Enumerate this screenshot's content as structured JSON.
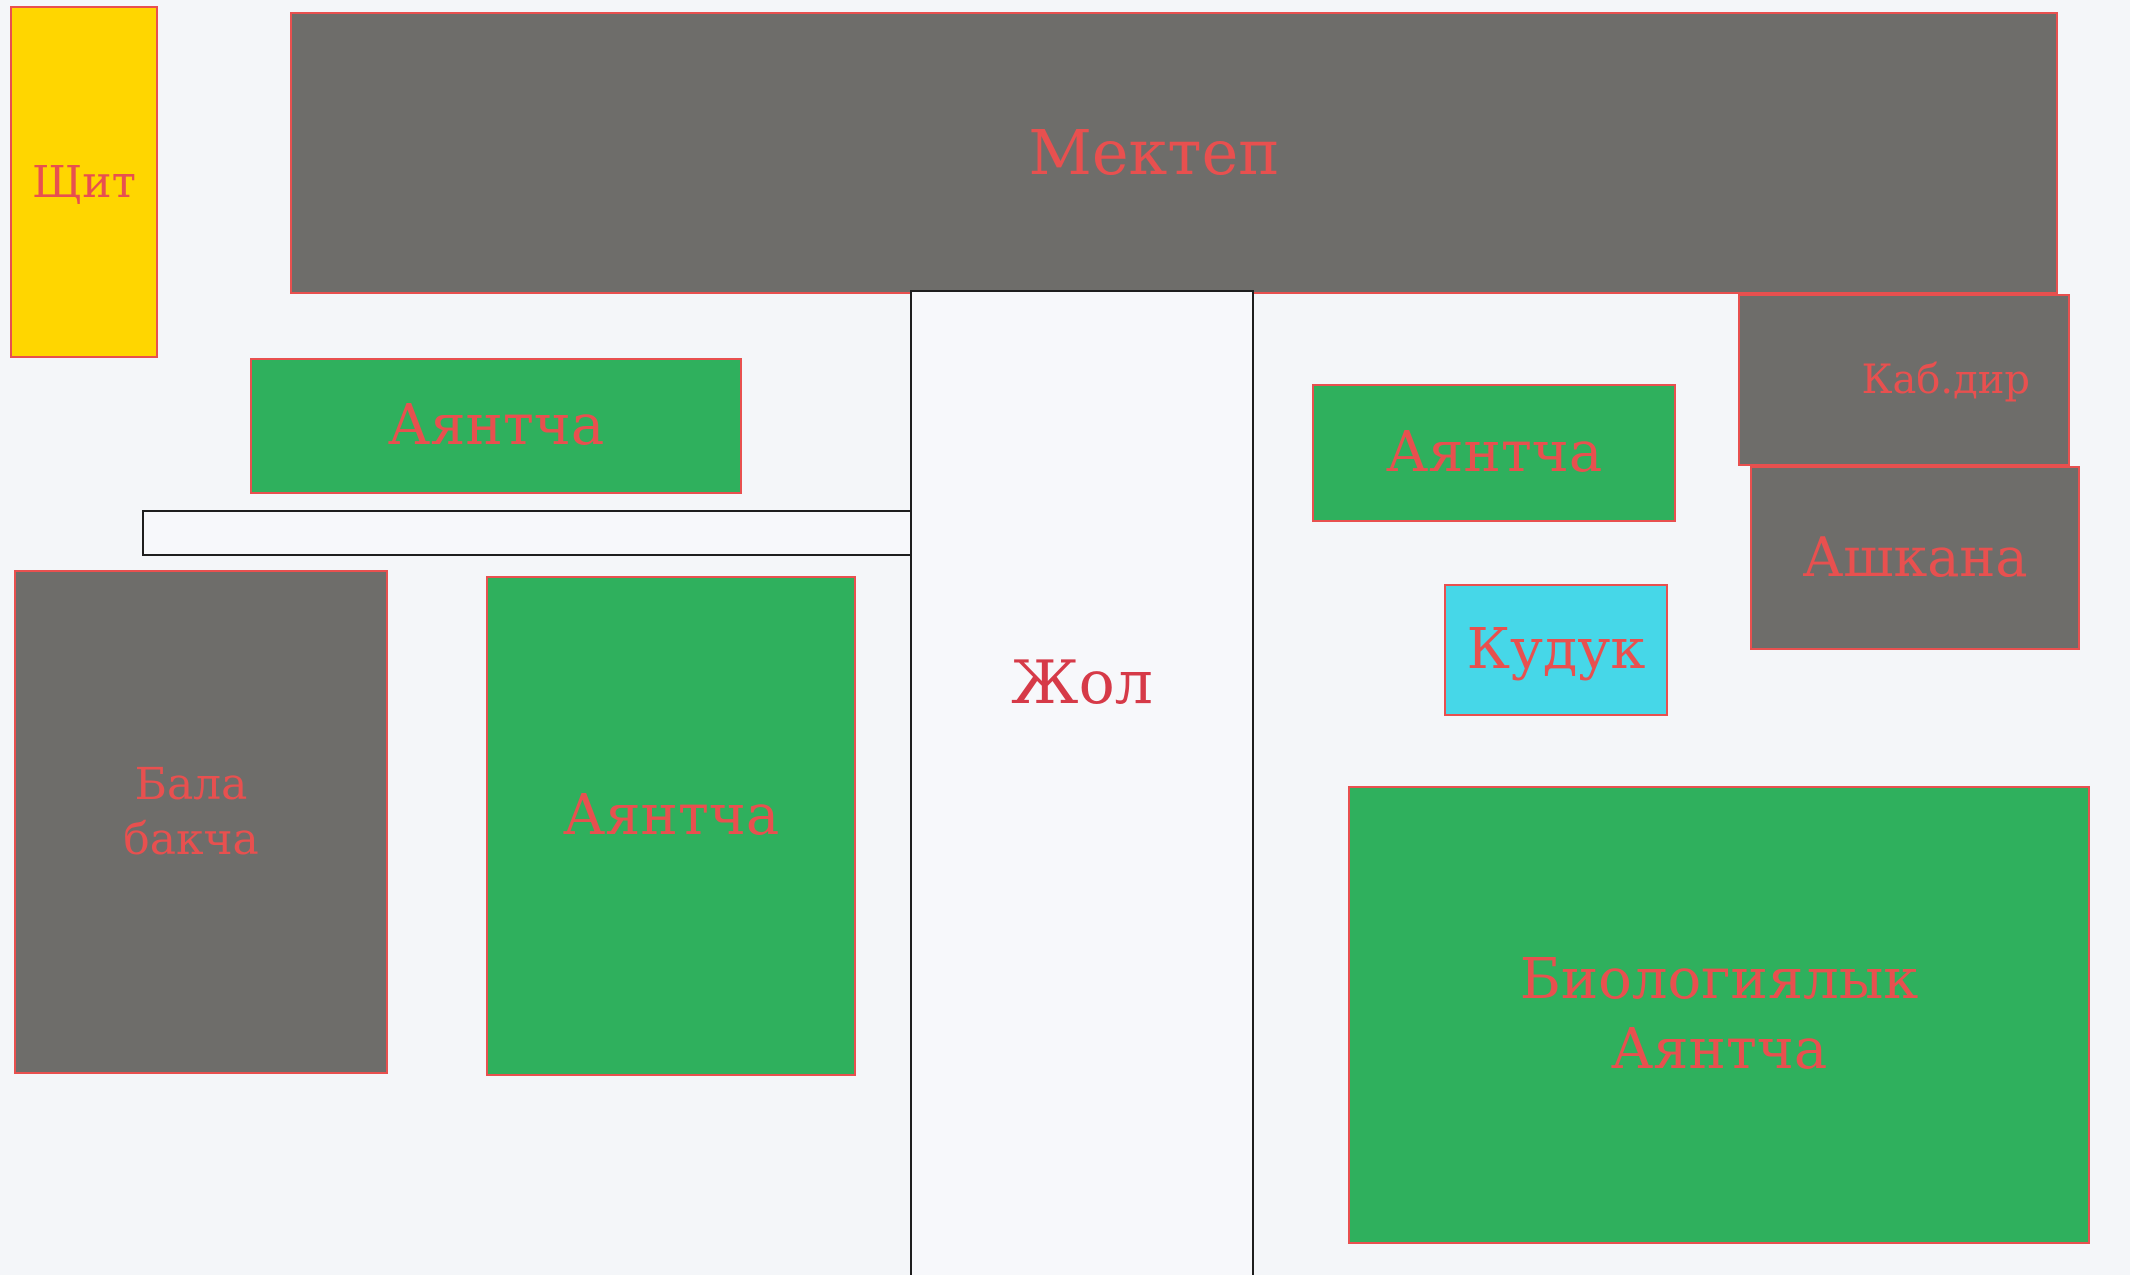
{
  "blocks": {
    "shchit": "Щит",
    "mektep": "Мектеп",
    "kab_dir": "Каб.дир",
    "ashkana": "Ашкана",
    "ayantcha_top_left": "Аянтча",
    "ayantcha_top_right": "Аянтча",
    "ayantcha_mid_left": "Аянтча",
    "kuduk": "Кудук",
    "bala_bakcha": "Бала\nбакча",
    "zhol": "Жол",
    "bio_ayantcha": "Биологиялык\nАянтча"
  },
  "colors": {
    "building": "#6e6d6a",
    "green_area": "#2fb05d",
    "shield": "#ffd600",
    "well": "#46d7e8",
    "label_text": "#e8504f",
    "road_border": "#1e1e1e"
  }
}
